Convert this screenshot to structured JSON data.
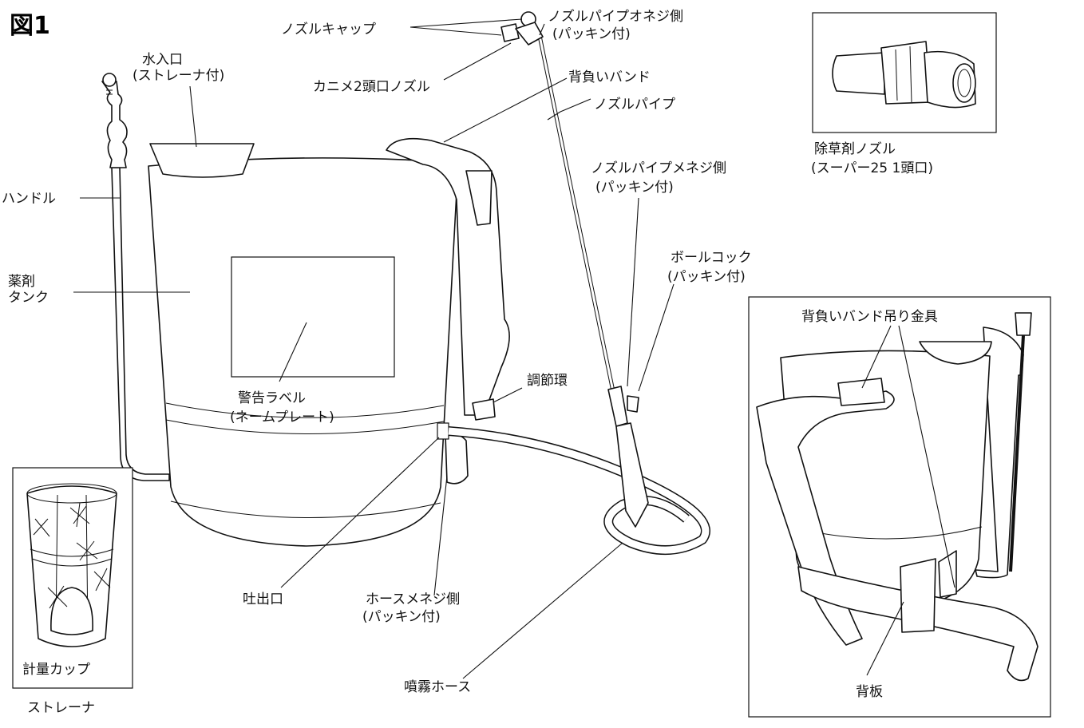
{
  "figure_title": "図1",
  "labels": {
    "water_inlet": [
      "水入口",
      "(ストレーナ付)"
    ],
    "handle": "ハンドル",
    "tank": [
      "薬剤",
      "タンク"
    ],
    "nozzle_cap": "ノズルキャップ",
    "kanime_nozzle": "カニメ2頭口ノズル",
    "pipe_male": [
      "ノズルパイプオネジ側",
      "(パッキン付)"
    ],
    "strap": "背負いバンド",
    "nozzle_pipe": "ノズルパイプ",
    "pipe_female": [
      "ノズルパイプメネジ側",
      "(パッキン付)"
    ],
    "ball_cock": [
      "ボールコック",
      "(パッキン付)"
    ],
    "warning_label": [
      "警告ラベル",
      "(ネームプレート)"
    ],
    "adjust_ring": "調節環",
    "outlet": "吐出口",
    "hose_female": [
      "ホースメネジ側",
      "(パッキン付)"
    ],
    "spray_hose": "噴霧ホース",
    "herbicide_nozzle": [
      "除草剤ノズル",
      "(スーパー25 1頭口)"
    ],
    "strap_hanger": "背負いバンド吊り金具",
    "back_plate": "背板",
    "measuring_cup": "計量カップ",
    "strainer": "ストレーナ"
  }
}
